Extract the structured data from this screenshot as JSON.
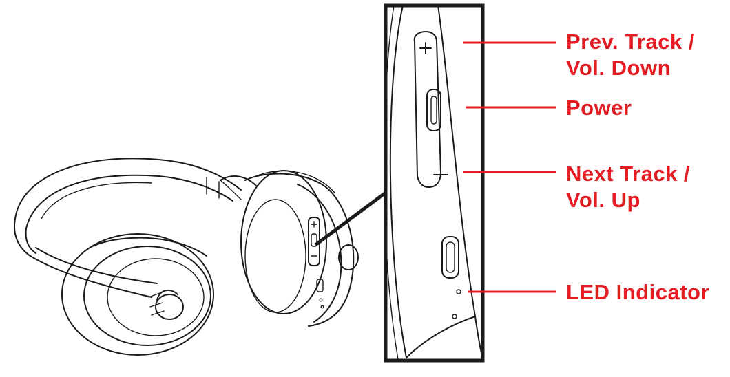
{
  "diagram": {
    "colors": {
      "callout": "#e31b23",
      "line_art": "#1a1a1a",
      "background": "#ffffff"
    },
    "callouts": [
      {
        "id": "prev-track-vol-down",
        "lines": [
          "Prev. Track /",
          "Vol. Down"
        ],
        "control_icon": "plus-button-icon"
      },
      {
        "id": "power",
        "lines": [
          "Power"
        ],
        "control_icon": "power-button-icon"
      },
      {
        "id": "next-track-vol-up",
        "lines": [
          "Next Track /",
          "Vol. Up"
        ],
        "control_icon": "minus-button-icon"
      },
      {
        "id": "led-indicator",
        "lines": [
          "LED Indicator"
        ],
        "control_icon": "led-dot-icon"
      }
    ],
    "illustration": {
      "subject": "headphones-icon",
      "detail_view": "earcup-controls-icon",
      "usb_port": "usb-c-port-icon"
    }
  }
}
